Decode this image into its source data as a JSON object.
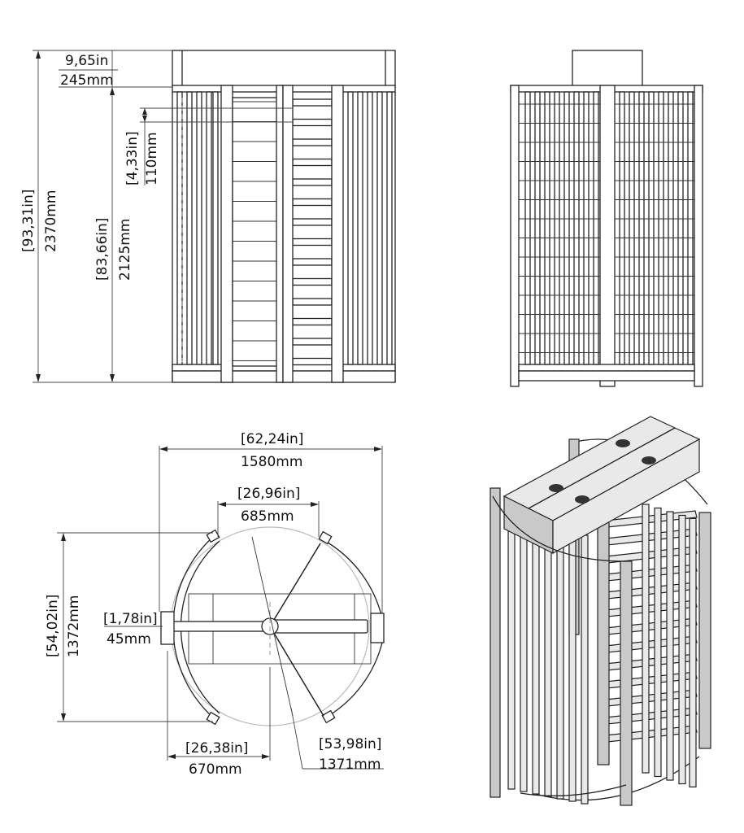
{
  "dimensions": {
    "front_total_height": {
      "imperial": "[93,31in]",
      "metric": "2370mm"
    },
    "front_top_box": {
      "imperial": "9,65in",
      "metric": "245mm"
    },
    "front_frame_height": {
      "imperial": "[83,66in]",
      "metric": "2125mm"
    },
    "front_bar_pitch": {
      "imperial": "[4,33in]",
      "metric": "110mm"
    },
    "plan_overall_width": {
      "imperial": "[62,24in]",
      "metric": "1580mm"
    },
    "plan_passage_width": {
      "imperial": "[26,96in]",
      "metric": "685mm"
    },
    "plan_depth": {
      "imperial": "[54,02in]",
      "metric": "1372mm"
    },
    "plan_post_offset": {
      "imperial": "[1,78in]",
      "metric": "45mm"
    },
    "plan_half_width": {
      "imperial": "[26,38in]",
      "metric": "670mm"
    },
    "plan_rotor_diameter": {
      "imperial": "[53,98in]",
      "metric": "1371mm"
    }
  }
}
